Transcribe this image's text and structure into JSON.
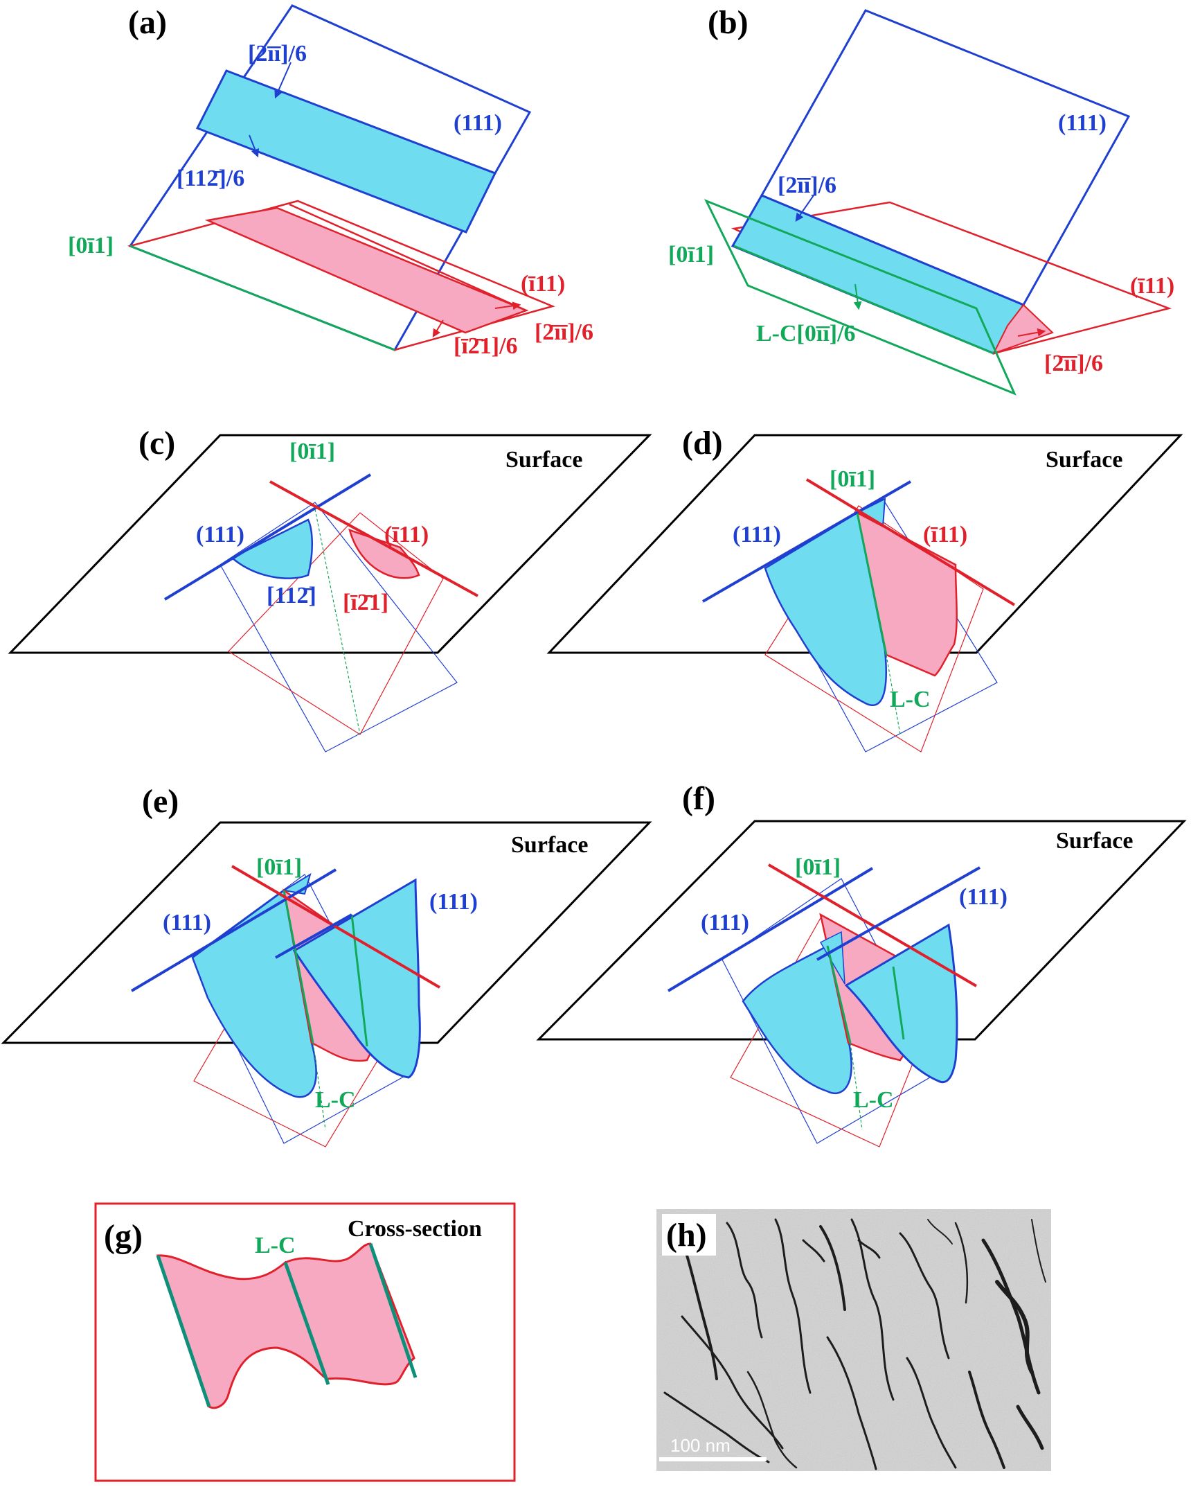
{
  "colors": {
    "blue": "#1f3fd1",
    "red": "#e0202a",
    "green": "#11a85a",
    "cyan_fill": "#6fdcef",
    "pink_fill": "#f7a9c2",
    "frame_red": "#e0202a"
  },
  "panels": {
    "a": {
      "label": "(a)",
      "blue_plane": "(111)",
      "blue_vec1": "[2īī]/6",
      "blue_vec2": "[112̄]/6",
      "green_dir": "[0ī1]",
      "red_plane": "(ī11)",
      "red_vec1": "[2̄īī]/6",
      "red_vec2": "[ī2̄1]/6"
    },
    "b": {
      "label": "(b)",
      "blue_plane": "(111)",
      "blue_vec": "[2īī]/6",
      "green_dir": "[0ī1]",
      "green_vec": "L-C[0īī]/6",
      "red_plane": "(ī11)",
      "red_vec": "[2̄īī]/6"
    },
    "c": {
      "label": "(c)",
      "surface": "Surface",
      "green_dir": "[0ī1]",
      "blue_plane": "(111)",
      "red_plane": "(ī11)",
      "blue_vec": "[112̄]",
      "red_vec": "[ī2̄1]"
    },
    "d": {
      "label": "(d)",
      "surface": "Surface",
      "green_dir": "[0ī1]",
      "blue_plane": "(111)",
      "red_plane": "(ī11)",
      "lc": "L-C"
    },
    "e": {
      "label": "(e)",
      "surface": "Surface",
      "green_dir": "[0ī1]",
      "blue_plane_left": "(111)",
      "blue_plane_right": "(111)",
      "lc": "L-C"
    },
    "f": {
      "label": "(f)",
      "surface": "Surface",
      "green_dir": "[0ī1]",
      "blue_plane_left": "(111)",
      "blue_plane_right": "(111)",
      "lc": "L-C"
    },
    "g": {
      "label": "(g)",
      "title": "Cross-section",
      "lc": "L-C"
    },
    "h": {
      "label": "(h)",
      "scale_bar": "100 nm"
    }
  }
}
